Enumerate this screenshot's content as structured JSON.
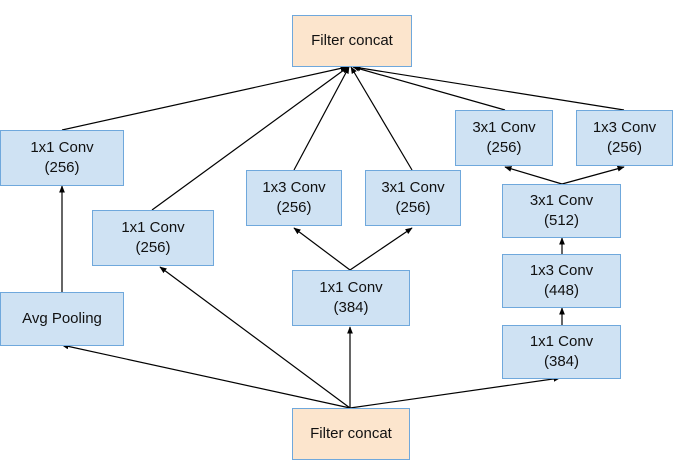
{
  "top_concat": {
    "label": "Filter concat"
  },
  "bottom_concat": {
    "label": "Filter concat"
  },
  "nodes": {
    "avg_pool": {
      "line1": "Avg Pooling"
    },
    "pool_proj": {
      "line1": "1x1 Conv",
      "line2": "(256)"
    },
    "branch1x1": {
      "line1": "1x1 Conv",
      "line2": "(256)"
    },
    "b3_reduce": {
      "line1": "1x1 Conv",
      "line2": "(384)"
    },
    "b3_1x3": {
      "line1": "1x3 Conv",
      "line2": "(256)"
    },
    "b3_3x1": {
      "line1": "3x1 Conv",
      "line2": "(256)"
    },
    "b4_reduce": {
      "line1": "1x1 Conv",
      "line2": "(384)"
    },
    "b4_1x3": {
      "line1": "1x3 Conv",
      "line2": "(448)"
    },
    "b4_3x1": {
      "line1": "3x1 Conv",
      "line2": "(512)"
    },
    "b4_out_3x1": {
      "line1": "3x1 Conv",
      "line2": "(256)"
    },
    "b4_out_1x3": {
      "line1": "1x3 Conv",
      "line2": "(256)"
    }
  },
  "colors": {
    "conv_fill": "#cfe2f3",
    "conv_border": "#6fa8dc",
    "concat_fill": "#fce5cd",
    "edge": "#000000"
  }
}
